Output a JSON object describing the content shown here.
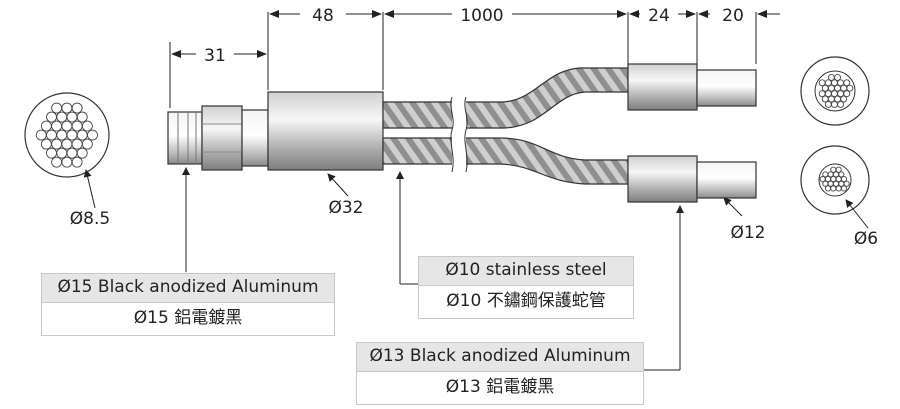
{
  "dimensions": {
    "d31": "31",
    "d48": "48",
    "d1000": "1000",
    "d24": "24",
    "d20": "20"
  },
  "diameters": {
    "left_bundle": "Ø8.5",
    "body": "Ø32",
    "end_cap": "Ø12",
    "right_bundle": "Ø6"
  },
  "labels": {
    "aluminum15": {
      "en": "Ø15 Black anodized Aluminum",
      "zh": "Ø15 鋁電鍍黑"
    },
    "stainless10": {
      "en": "Ø10 stainless steel",
      "zh": "Ø10 不鏽鋼保護蛇管"
    },
    "aluminum13": {
      "en": "Ø13 Black anodized Aluminum",
      "zh": "Ø13 鋁電鍍黑"
    }
  }
}
